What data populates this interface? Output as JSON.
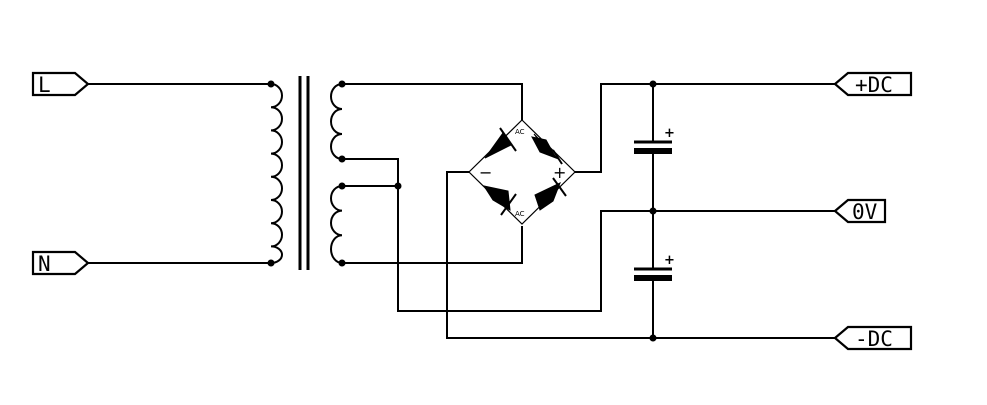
{
  "ports": {
    "line": "L",
    "neutral": "N",
    "pos_dc": "+DC",
    "zero_v": "0V",
    "neg_dc": "-DC"
  },
  "bridge": {
    "ac_top": "AC",
    "ac_bottom": "AC",
    "minus": "−",
    "plus": "+"
  },
  "capacitors": {
    "top_polarity": "+",
    "bottom_polarity": "+"
  }
}
